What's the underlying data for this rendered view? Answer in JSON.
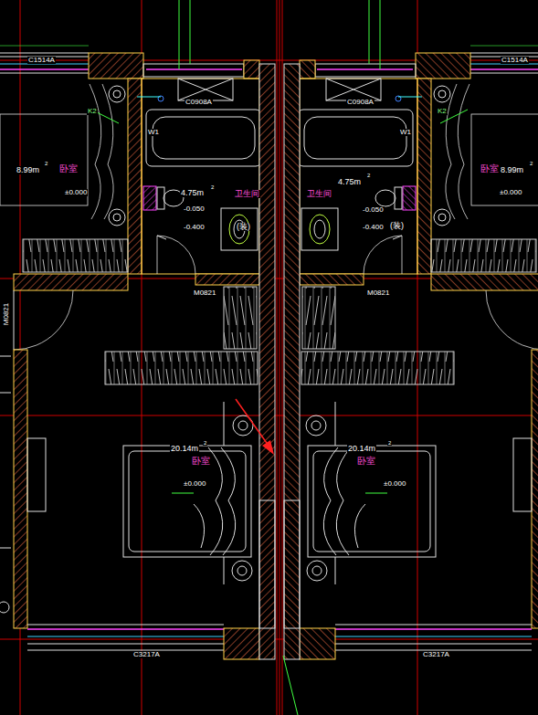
{
  "diagram": {
    "labels": [
      "C1514A",
      "C1514A",
      "K2",
      "C0908A",
      "C0908A",
      "K2",
      "W1",
      "W1",
      "8.99m",
      "2",
      "卧室",
      "卧室",
      "8.99m",
      "2",
      "±0.000",
      "±0.000",
      "4.75m",
      "2",
      "卫生间",
      "卫生间",
      "4.75m",
      "2",
      "-0.050",
      "-0.050",
      "-0.400",
      "(装)",
      "-0.400",
      "(装)",
      "M0821",
      "M0821",
      "M0821",
      "20.14m",
      "2",
      "20.14m",
      "2",
      "卧室",
      "卧室",
      "±0.000",
      "±0.000",
      "C3217A",
      "C3217A"
    ]
  }
}
